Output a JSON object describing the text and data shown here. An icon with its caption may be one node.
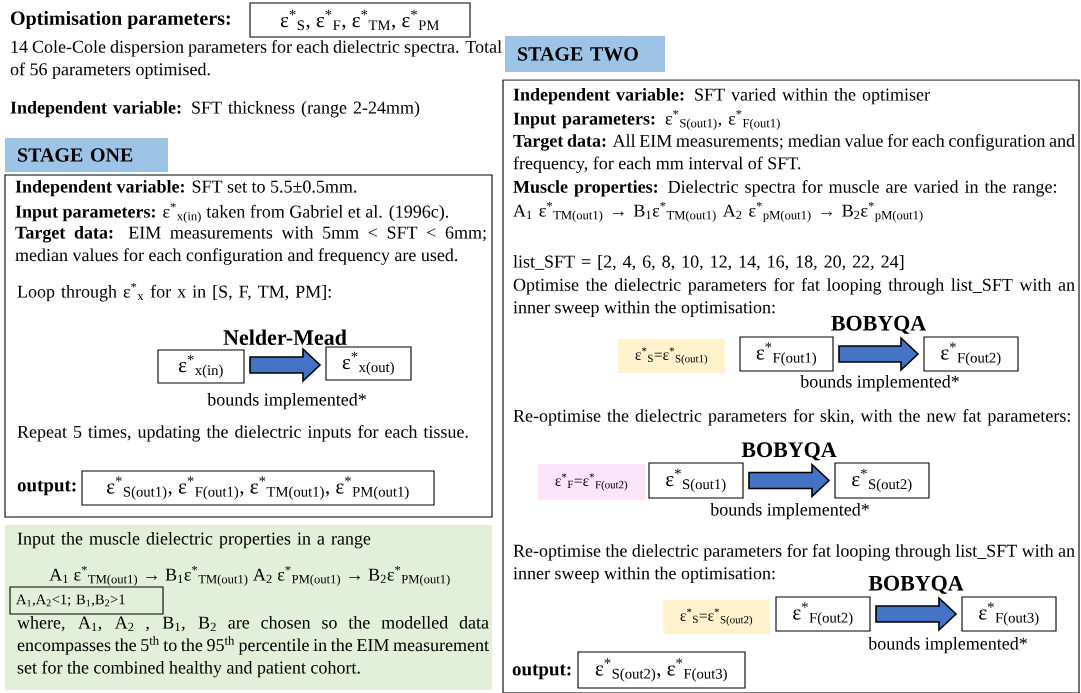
{
  "diagram": {
    "nodes": [
      {
        "text": [
          "Optimisation parameters:",
          "ε$^{*}$$_{S}$, ε$^{*}$$_{F}$, ε$^{*}$$_{TM}$, ε$^{*}$$_{PM}$"
        ]
      },
      {
        "text": [
          "STAGE ONE"
        ]
      },
      {
        "text": [
          "**Independent variable:** SFT set to 5.5±0.5mm.",
          "**Input parameters:** ε$^{*}$$_{x(in)}$ taken from Gabriel et al. (1996c).",
          "**Target data:** EIM measurements with 5mm < SFT < 6mm; median values for each configuration and frequency are used.",
          "Loop through ε$^{*}$$_{x}$ for x in [S, F, TM, PM]:",
          "bounds implemented*",
          "Repeat 5 times, updating the dielectric inputs for each tissue."
        ]
      },
      {
        "text": [
          "ε$^{*}$$_{x(in)}$"
        ],
        "in": 2
      },
      {
        "text": [
          "ε$^{*}$$_{x(out)}$"
        ],
        "in": 2
      },
      {
        "text": [
          "output:",
          "ε$^{*}$$_{S(out1)}$, ε$^{*}$$_{F(out1)}$, ε$^{*}$$_{TM(out1)}$, ε$^{*}$$_{PM(out1)}$"
        ],
        "in": 2
      },
      {
        "text": [
          "Input the muscle dielectric properties in a range",
          "A$_{1}$ ε$^{*}$$_{TM(out1)}$ → B$_{1}$ε$^{*}$$_{TM(out1)}$ A$_{2}$ ε$^{*}$$_{PM(out1)}$ → B$_{2}$ε$^{*}$$_{PM(out1)}$",
          "where, A$_{1}$, A$_{2}$ , B$_{1}$, B$_{2}$ are chosen so the modelled data encompasses the 5$^{th}$ to the 95$^{th}$ percentile in the EIM measurement set for the combined healthy and patient cohort."
        ]
      },
      {
        "text": [
          "A$_{1}$,A$_{2}$<1; B$_{1}$,B$_{2}$>1"
        ],
        "in": 6
      },
      {
        "text": [
          "STAGE TWO"
        ]
      },
      {
        "text": [
          "**Independent variable:** SFT varied within the optimiser",
          "**Input parameters:** ε$^{*}$$_{S(out1)}$, ε$^{*}$$_{F(out1)}$",
          "**Target data:** All EIM measurements; median value for each configuration and frequency, for each mm interval of SFT.",
          "**Muscle properties:** Dielectric spectra for muscle are varied in the range:",
          "A$_{1}$ ε$^{*}$$_{TM(out1)}$ → B$_{1}$ε$^{*}$$_{TM(out1)}$  A$_{2}$ ε$^{*}$$_{pM(out1)}$ → B$_{2}$ε$^{*}$$_{pM(out1)}$",
          "list_SFT = [2, 4, 6, 8, 10, 12, 14, 16, 18, 20, 22, 24]",
          "Optimise the dielectric parameters for fat looping through list_SFT with an inner sweep within the optimisation:",
          "bounds implemented*",
          "Re-optimise the dielectric parameters for skin, with the new fat parameters:",
          "bounds implemented*",
          "Re-optimise the dielectric parameters for fat looping through list_SFT with an inner sweep within the optimisation:",
          "bounds implemented*"
        ]
      },
      {
        "text": [
          "ε$^{*}$$_{S}$=ε$^{*}$$_{S(out1)}$"
        ],
        "in": 9
      },
      {
        "text": [
          "ε$^{*}$$_{F(out1)}$"
        ],
        "in": 9
      },
      {
        "text": [
          "ε$^{*}$$_{F(out2)}$"
        ],
        "in": 9
      },
      {
        "text": [
          "ε$^{*}$$_{F}$=ε$^{*}$$_{F(out2)}$"
        ],
        "in": 9
      },
      {
        "text": [
          "ε$^{*}$$_{S(out1)}$"
        ],
        "in": 9
      },
      {
        "text": [
          "ε$^{*}$$_{S(out2)}$"
        ],
        "in": 9
      },
      {
        "text": [
          "ε$^{*}$$_{S}$=ε$^{*}$$_{S(out2)}$"
        ],
        "in": 9
      },
      {
        "text": [
          "ε$^{*}$$_{F(out2)}$"
        ],
        "in": 9
      },
      {
        "text": [
          "ε$^{*}$$_{F(out3)}$"
        ],
        "in": 9
      },
      {
        "text": [
          "output:",
          "ε$^{*}$$_{S(out2)}$, ε$^{*}$$_{F(out3)}$"
        ],
        "in": 9
      }
    ],
    "edges": [
      {
        "from": 3,
        "to": 4,
        "arrow": "to",
        "label": "Nelder-Mead"
      },
      {
        "from": 11,
        "to": 12,
        "arrow": "to",
        "label": "BOBYQA"
      },
      {
        "from": 14,
        "to": 15,
        "arrow": "to",
        "label": "BOBYQA"
      },
      {
        "from": 17,
        "to": 18,
        "arrow": "to",
        "label": "BOBYQA"
      }
    ],
    "labels": [
      "14 Cole-Cole dispersion parameters for each dielectric spectra. Total of 56 parameters optimised.",
      "**Independent variable:** SFT thickness (range 2-24mm)"
    ]
  }
}
